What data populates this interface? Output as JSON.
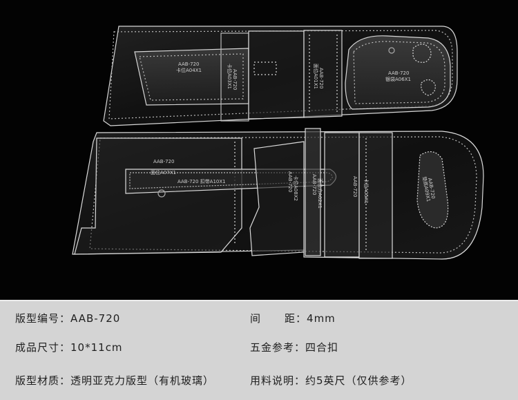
{
  "photo": {
    "background": "#030303",
    "upper_piece_labels": {
      "card_slot": [
        "AAB-720",
        "卡位A04X1"
      ],
      "card_slot_vertical": "卡位A03X1",
      "card_slot_vertical_model": "AAB-720",
      "middle_vertical": "面位A01X1",
      "middle_vertical_model": "AAB-720",
      "right_piece": [
        "AAB-720",
        "银袋A06X1"
      ]
    },
    "lower_piece_labels": {
      "left_piece": [
        "AAB-720",
        "面位A07X1"
      ],
      "strap": "AAB-720  扣带A10X1",
      "middle_vertical": [
        "AAB-720",
        "卡位A08X2"
      ],
      "middle_vertical_2": [
        "AAB-720",
        "面位方A02X1"
      ],
      "right_vertical": [
        "AAB-720",
        "卡位A05X1"
      ],
      "oval_piece": [
        "AAB-720",
        "垫底A09X1"
      ]
    }
  },
  "specs": {
    "model_label": "版型编号：",
    "model_value": "AAB-720",
    "spacing_label_a": "间",
    "spacing_label_b": "距：",
    "spacing_value": "4mm",
    "size_label": "成品尺寸：",
    "size_value": "10*11cm",
    "hardware_label": "五金参考：",
    "hardware_value": "四合扣",
    "material_label": "版型材质：",
    "material_value": "透明亚克力版型（有机玻璃）",
    "usage_label": "用料说明：",
    "usage_value": "约5英尺（仅供参考）"
  }
}
